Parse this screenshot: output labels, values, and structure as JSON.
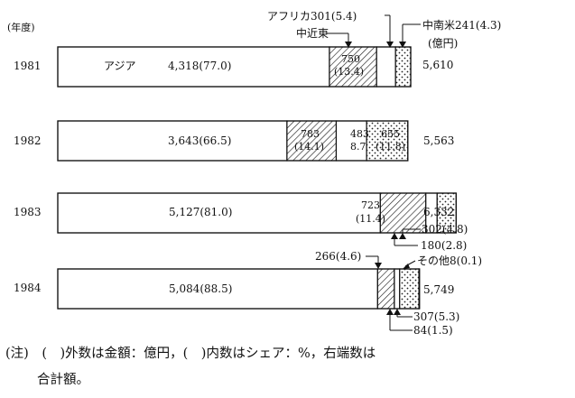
{
  "chart_data": {
    "type": "bar",
    "orientation": "horizontal",
    "stacked": true,
    "year_header": "(年度)",
    "unit_label": "(億円)",
    "categories": [
      "1981",
      "1982",
      "1983",
      "1984"
    ],
    "series": [
      {
        "name": "アジア",
        "values": [
          4318,
          3643,
          5127,
          5084
        ],
        "shares": [
          77.0,
          66.5,
          81.0,
          88.5
        ],
        "pattern": "blank"
      },
      {
        "name": "中近東",
        "values": [
          750,
          783,
          723,
          266
        ],
        "shares": [
          13.4,
          14.1,
          11.4,
          4.6
        ],
        "pattern": "hatch"
      },
      {
        "name": "アフリカ",
        "values": [
          301,
          483,
          180,
          84
        ],
        "shares": [
          5.4,
          8.7,
          2.8,
          1.5
        ],
        "pattern": "blank"
      },
      {
        "name": "中南米",
        "values": [
          241,
          655,
          302,
          307
        ],
        "shares": [
          4.3,
          11.8,
          4.8,
          5.3
        ],
        "pattern": "dots"
      },
      {
        "name": "その他",
        "values": [
          0,
          0,
          0,
          8
        ],
        "shares": [
          0,
          0,
          0,
          0.1
        ],
        "pattern": "blank"
      }
    ],
    "totals": [
      "5,610",
      "5,563",
      "6,332",
      "5,749"
    ],
    "labels": {
      "r1981": {
        "asia_name": "アジア",
        "asia": "4,318(77.0)",
        "me_val": "750",
        "me_share": "(13.4)",
        "africa_callout": "アフリカ301(5.4)",
        "me_callout": "中近東",
        "latam_callout": "中南米241(4.3)"
      },
      "r1982": {
        "asia": "3,643(66.5)",
        "me_val": "783",
        "me_share": "(14.1)",
        "africa_val": "483",
        "africa_share": "8.7",
        "latam_val": "655",
        "latam_share": "(11.8)"
      },
      "r1983": {
        "asia": "5,127(81.0)",
        "me_val": "723",
        "me_share": "(11.4)",
        "latam_callout": "302(4.8)",
        "africa_callout": "180(2.8)"
      },
      "r1984": {
        "asia": "5,084(88.5)",
        "me_callout": "266(4.6)",
        "other_callout": "その他8(0.1)",
        "latam_callout": "307(5.3)",
        "africa_callout": "84(1.5)"
      }
    }
  },
  "note": {
    "line1": "(注)　(　)外数は金額：億円，(　)内数はシェア：%，右端数は",
    "line2": "合計額。"
  }
}
